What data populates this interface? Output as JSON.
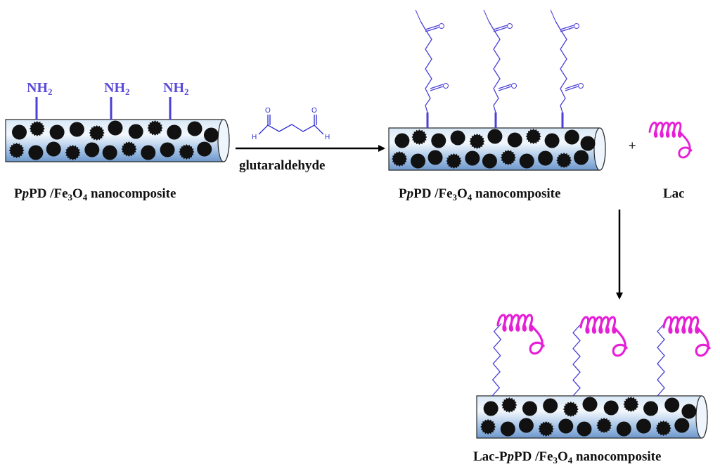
{
  "labels": {
    "rod1": {
      "p1": "P",
      "p2": "p",
      "p3": "PD /Fe",
      "s1": "3",
      "p4": "O",
      "s2": "4",
      "p5": " nanocomposite"
    },
    "rod2": {
      "p1": "P",
      "p2": "p",
      "p3": "PD /Fe",
      "s1": "3",
      "p4": "O",
      "s2": "4",
      "p5": " nanocomposite"
    },
    "rod3": {
      "p1": "Lac-P",
      "p2": "p",
      "p3": "PD /Fe",
      "s1": "3",
      "p4": "O",
      "s2": "4",
      "p5": " nanocomposite"
    },
    "lac": "Lac",
    "plus": "+",
    "reagent": "glutaraldehyde"
  },
  "amine_group": {
    "main": "NH",
    "sub": "2"
  },
  "atoms": {
    "hydrogen": "H",
    "oxygen": "O",
    "nitrogen": "N"
  },
  "colors": {
    "rod_fill_light": "#e6f1fb",
    "rod_fill_dark": "#7fa7d6",
    "rod_stroke": "#2b2b2b",
    "particle": "#111111",
    "linker": "#4a3fd6",
    "enzyme": "#e61fd7",
    "arrow": "#000000"
  }
}
